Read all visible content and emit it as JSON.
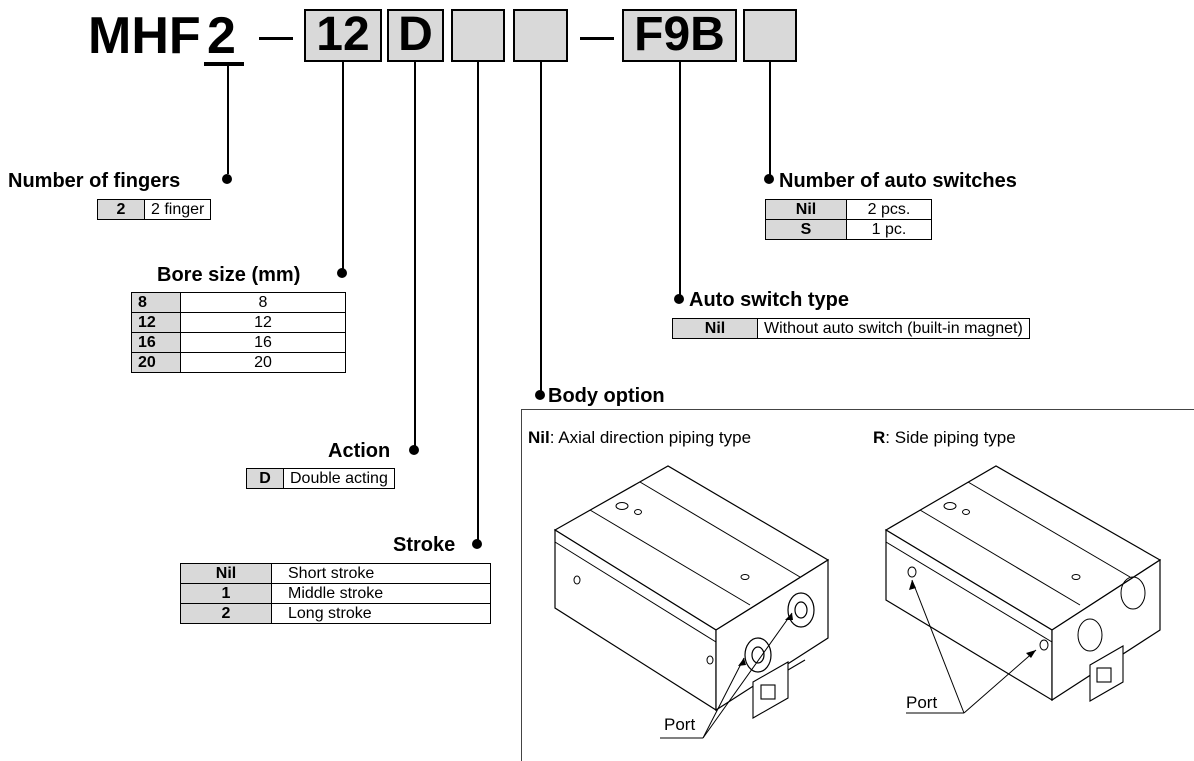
{
  "model": {
    "prefix": "MHF",
    "fingers_code": "2",
    "bore_code": "12",
    "action_code": "D",
    "switch_code": "F9B"
  },
  "fingers": {
    "heading": "Number of fingers",
    "rows": [
      {
        "key": "2",
        "value": "2 finger"
      }
    ]
  },
  "bore": {
    "heading": "Bore size (mm)",
    "rows": [
      {
        "key": "8",
        "value": "8"
      },
      {
        "key": "12",
        "value": "12"
      },
      {
        "key": "16",
        "value": "16"
      },
      {
        "key": "20",
        "value": "20"
      }
    ]
  },
  "action": {
    "heading": "Action",
    "rows": [
      {
        "key": "D",
        "value": "Double acting"
      }
    ]
  },
  "stroke": {
    "heading": "Stroke",
    "rows": [
      {
        "key": "Nil",
        "value": "Short stroke"
      },
      {
        "key": "1",
        "value": "Middle stroke"
      },
      {
        "key": "2",
        "value": "Long stroke"
      }
    ]
  },
  "switch_count": {
    "heading": "Number of auto switches",
    "rows": [
      {
        "key": "Nil",
        "value": "2 pcs."
      },
      {
        "key": "S",
        "value": "1 pc."
      }
    ]
  },
  "switch_type": {
    "heading": "Auto switch type",
    "rows": [
      {
        "key": "Nil",
        "value": "Without auto switch (built-in magnet)"
      }
    ]
  },
  "body_option": {
    "heading": "Body option",
    "nil": {
      "key": "Nil",
      "desc": ": Axial direction piping type"
    },
    "r": {
      "key": "R",
      "desc": ": Side piping type"
    },
    "port_label": "Port"
  },
  "colors": {
    "box_fill": "#d9d9d9",
    "line": "#000000"
  }
}
